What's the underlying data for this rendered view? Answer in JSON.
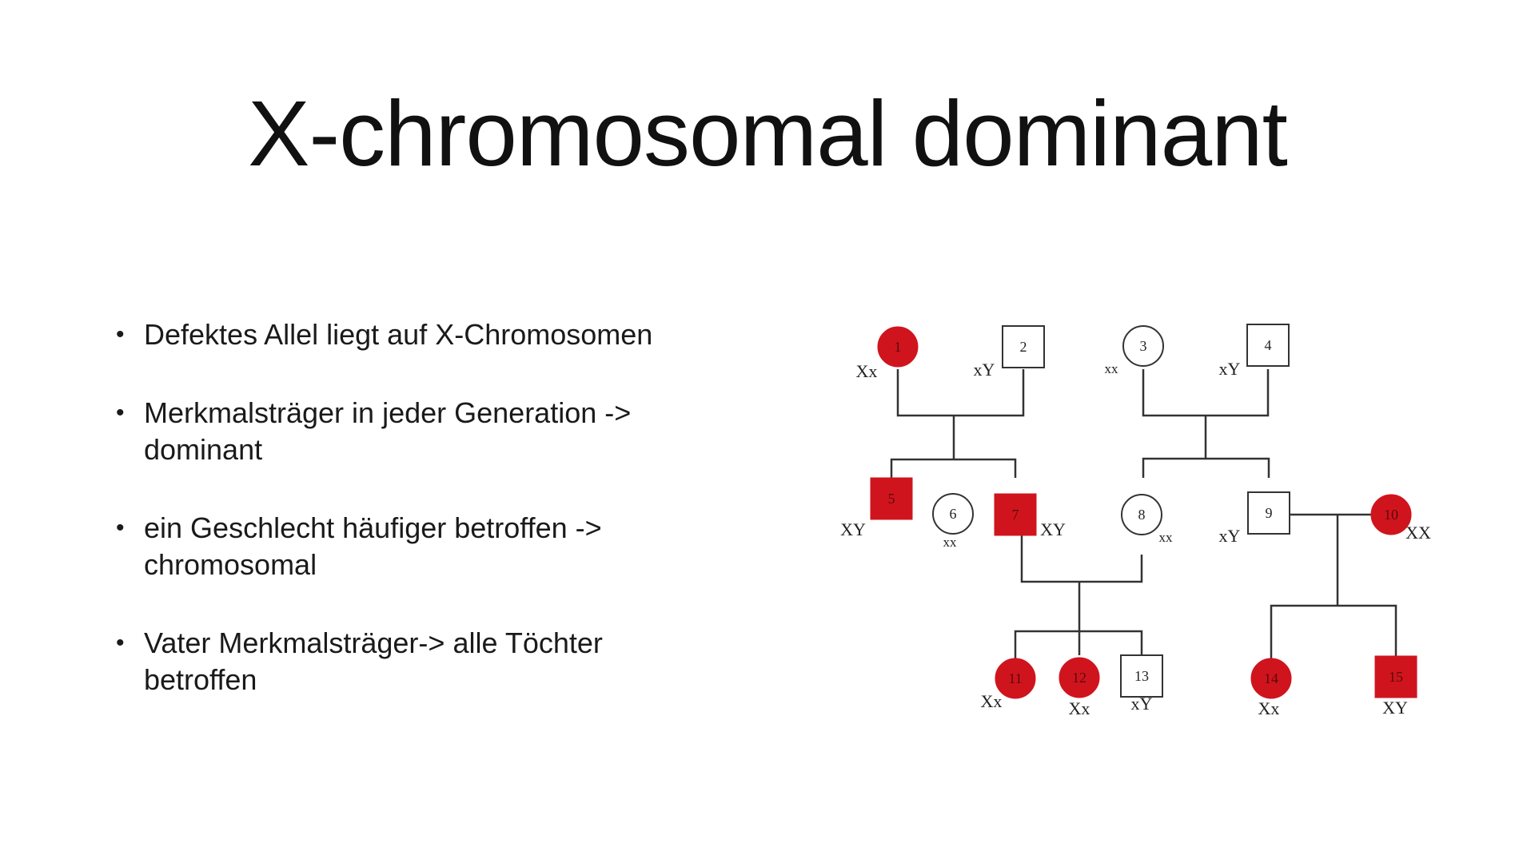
{
  "slide": {
    "title": "X-chromosomal dominant",
    "bullets": [
      {
        "line1": "Defektes Allel liegt auf X-Chromosomen",
        "line2": ""
      },
      {
        "line1": "Merkmalsträger in jeder Generation ->",
        "line2": "dominant"
      },
      {
        "line1": "ein Geschlecht häufiger betroffen ->",
        "line2": "chromosomal"
      },
      {
        "line1": "Vater Merkmalsträger-> alle Töchter",
        "line2": "betroffen"
      }
    ],
    "bullet_symbol": "•"
  },
  "pedigree": {
    "colors": {
      "affected": "#d0141e",
      "unaffected": "#ffffff",
      "line": "#333333"
    },
    "individuals": [
      {
        "id": "1",
        "sex": "female",
        "affected": true,
        "genotype": "Xx"
      },
      {
        "id": "2",
        "sex": "male",
        "affected": false,
        "genotype": "xY"
      },
      {
        "id": "3",
        "sex": "female",
        "affected": false,
        "genotype": "xx"
      },
      {
        "id": "4",
        "sex": "male",
        "affected": false,
        "genotype": "xY"
      },
      {
        "id": "5",
        "sex": "male",
        "affected": true,
        "genotype": "XY"
      },
      {
        "id": "6",
        "sex": "female",
        "affected": false,
        "genotype": "xx"
      },
      {
        "id": "7",
        "sex": "male",
        "affected": true,
        "genotype": "XY"
      },
      {
        "id": "8",
        "sex": "female",
        "affected": false,
        "genotype": "xx"
      },
      {
        "id": "9",
        "sex": "male",
        "affected": false,
        "genotype": "xY"
      },
      {
        "id": "10",
        "sex": "female",
        "affected": true,
        "genotype": "XX"
      },
      {
        "id": "11",
        "sex": "female",
        "affected": true,
        "genotype": "Xx"
      },
      {
        "id": "12",
        "sex": "female",
        "affected": true,
        "genotype": "Xx"
      },
      {
        "id": "13",
        "sex": "male",
        "affected": false,
        "genotype": "xY"
      },
      {
        "id": "14",
        "sex": "female",
        "affected": true,
        "genotype": "Xx"
      },
      {
        "id": "15",
        "sex": "male",
        "affected": true,
        "genotype": "XY"
      }
    ]
  }
}
